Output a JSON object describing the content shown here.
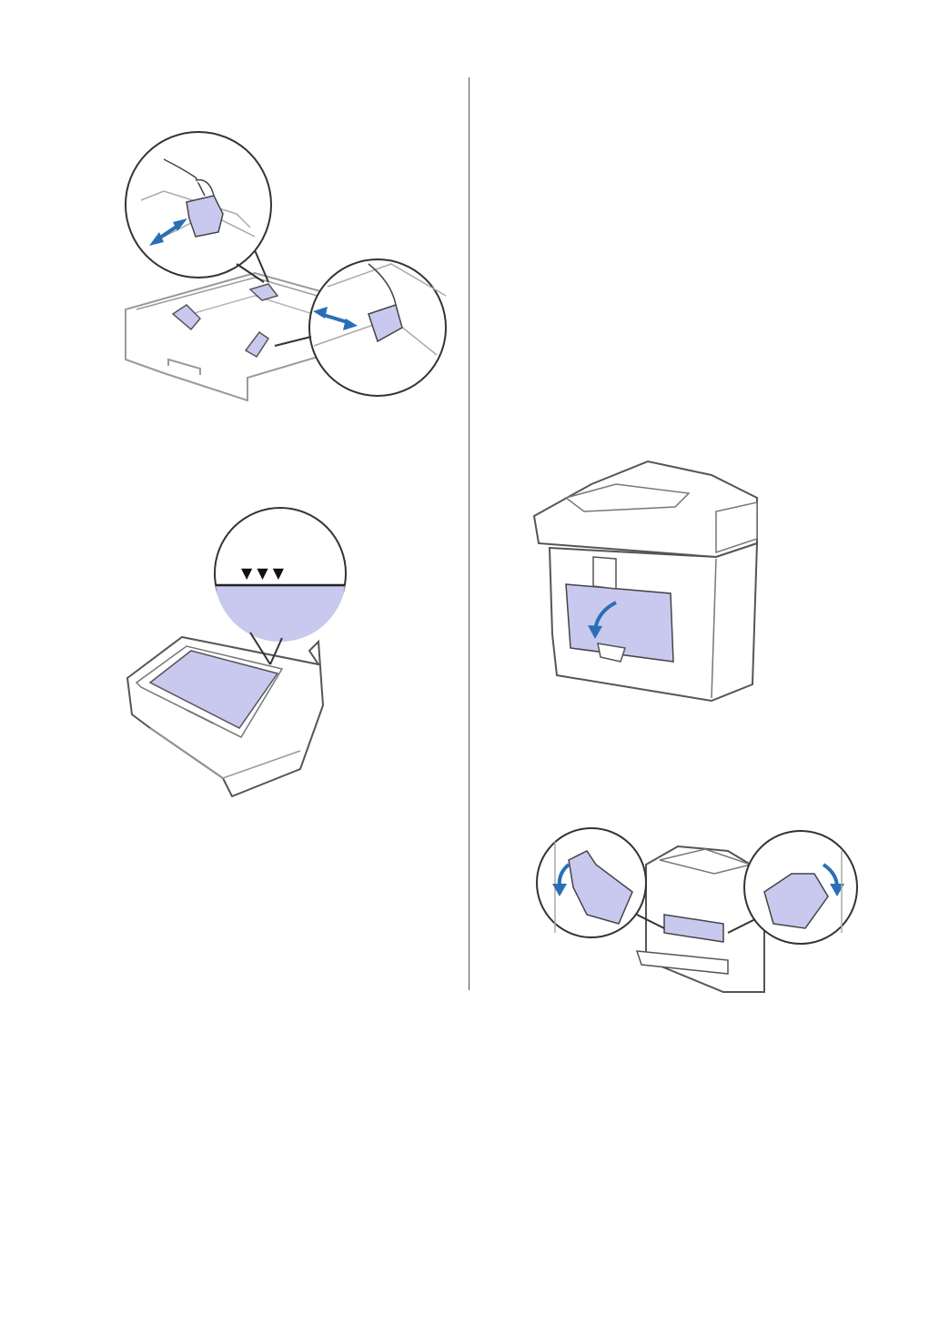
{
  "page": {
    "columns": 2
  },
  "colors": {
    "accent_part": "#c9c9ef",
    "arrow": "#2a6fb5",
    "line": "#5a5a5a"
  },
  "figures": [
    {
      "name": "adjust-paper-guides",
      "callouts": 2
    },
    {
      "name": "paper-loaded-below-max-mark",
      "max_mark_glyphs": "▼ ▼ ▼"
    },
    {
      "name": "open-back-cover"
    },
    {
      "name": "pull-down-fuser-levers",
      "callouts": 2
    }
  ]
}
